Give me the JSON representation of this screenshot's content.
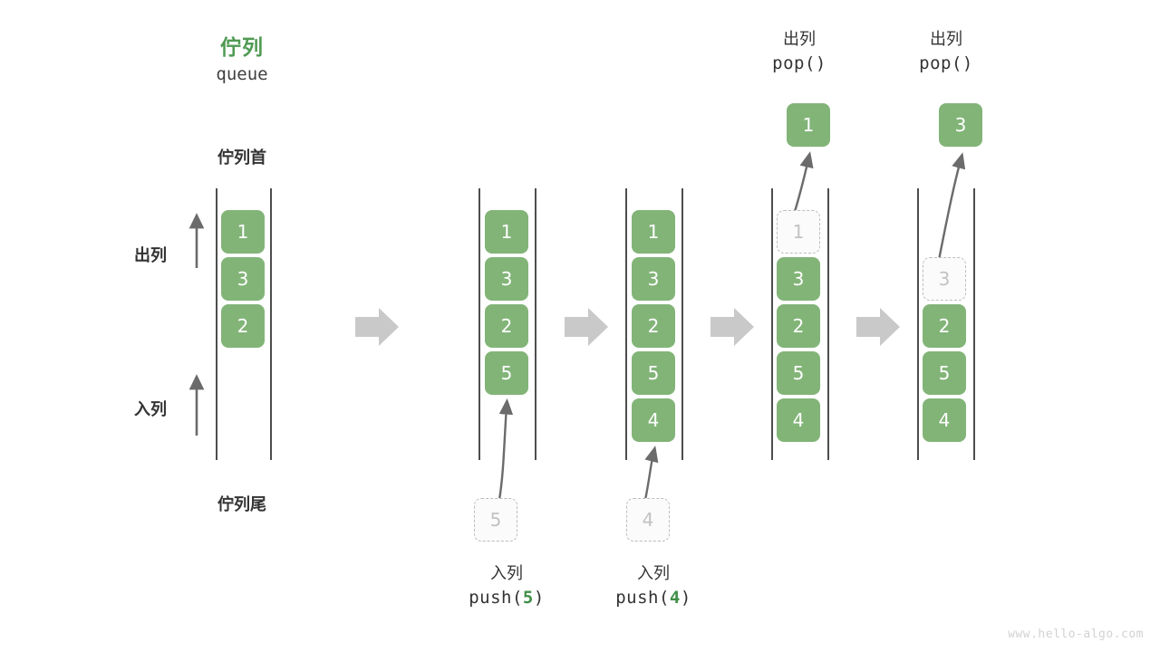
{
  "title": {
    "cn": "佇列",
    "en": "queue",
    "color": "#4f9a52"
  },
  "labels": {
    "head": "佇列首",
    "tail": "佇列尾",
    "dequeue": "出列",
    "enqueue": "入列"
  },
  "colors": {
    "cell_fill": "#82b478",
    "cell_text": "#ffffff",
    "ghost_fill": "#fbfbfb",
    "ghost_border": "#bdbdbd",
    "ghost_text": "#c2c2c2",
    "rail": "#4d4d4d",
    "arrow": "#6b6b6b",
    "step_arrow": "#c9c9c9",
    "accent_green": "#3f8f46",
    "text": "#333333",
    "watermark": "#d2d2d2"
  },
  "columns": [
    {
      "id": "initial",
      "cells": [
        {
          "value": "1",
          "ghost": false
        },
        {
          "value": "3",
          "ghost": false
        },
        {
          "value": "2",
          "ghost": false
        }
      ]
    },
    {
      "id": "after-push-5",
      "cells": [
        {
          "value": "1",
          "ghost": false
        },
        {
          "value": "3",
          "ghost": false
        },
        {
          "value": "2",
          "ghost": false
        },
        {
          "value": "5",
          "ghost": false
        }
      ]
    },
    {
      "id": "after-push-4",
      "cells": [
        {
          "value": "1",
          "ghost": false
        },
        {
          "value": "3",
          "ghost": false
        },
        {
          "value": "2",
          "ghost": false
        },
        {
          "value": "5",
          "ghost": false
        },
        {
          "value": "4",
          "ghost": false
        }
      ]
    },
    {
      "id": "after-pop-1",
      "cells": [
        {
          "value": "1",
          "ghost": true
        },
        {
          "value": "3",
          "ghost": false
        },
        {
          "value": "2",
          "ghost": false
        },
        {
          "value": "5",
          "ghost": false
        },
        {
          "value": "4",
          "ghost": false
        }
      ]
    },
    {
      "id": "after-pop-3",
      "cells": [
        {
          "value": "",
          "ghost": null
        },
        {
          "value": "3",
          "ghost": true
        },
        {
          "value": "2",
          "ghost": false
        },
        {
          "value": "5",
          "ghost": false
        },
        {
          "value": "4",
          "ghost": false
        }
      ]
    }
  ],
  "operations": {
    "push5": {
      "cn": "入列",
      "fn": "push(",
      "arg": "5",
      "fn_close": ")",
      "incoming_value": "5"
    },
    "push4": {
      "cn": "入列",
      "fn": "push(",
      "arg": "4",
      "fn_close": ")",
      "incoming_value": "4"
    },
    "pop1": {
      "cn": "出列",
      "fn": "pop()",
      "popped_value": "1"
    },
    "pop3": {
      "cn": "出列",
      "fn": "pop()",
      "popped_value": "3"
    }
  },
  "watermark": "www.hello-algo.com"
}
